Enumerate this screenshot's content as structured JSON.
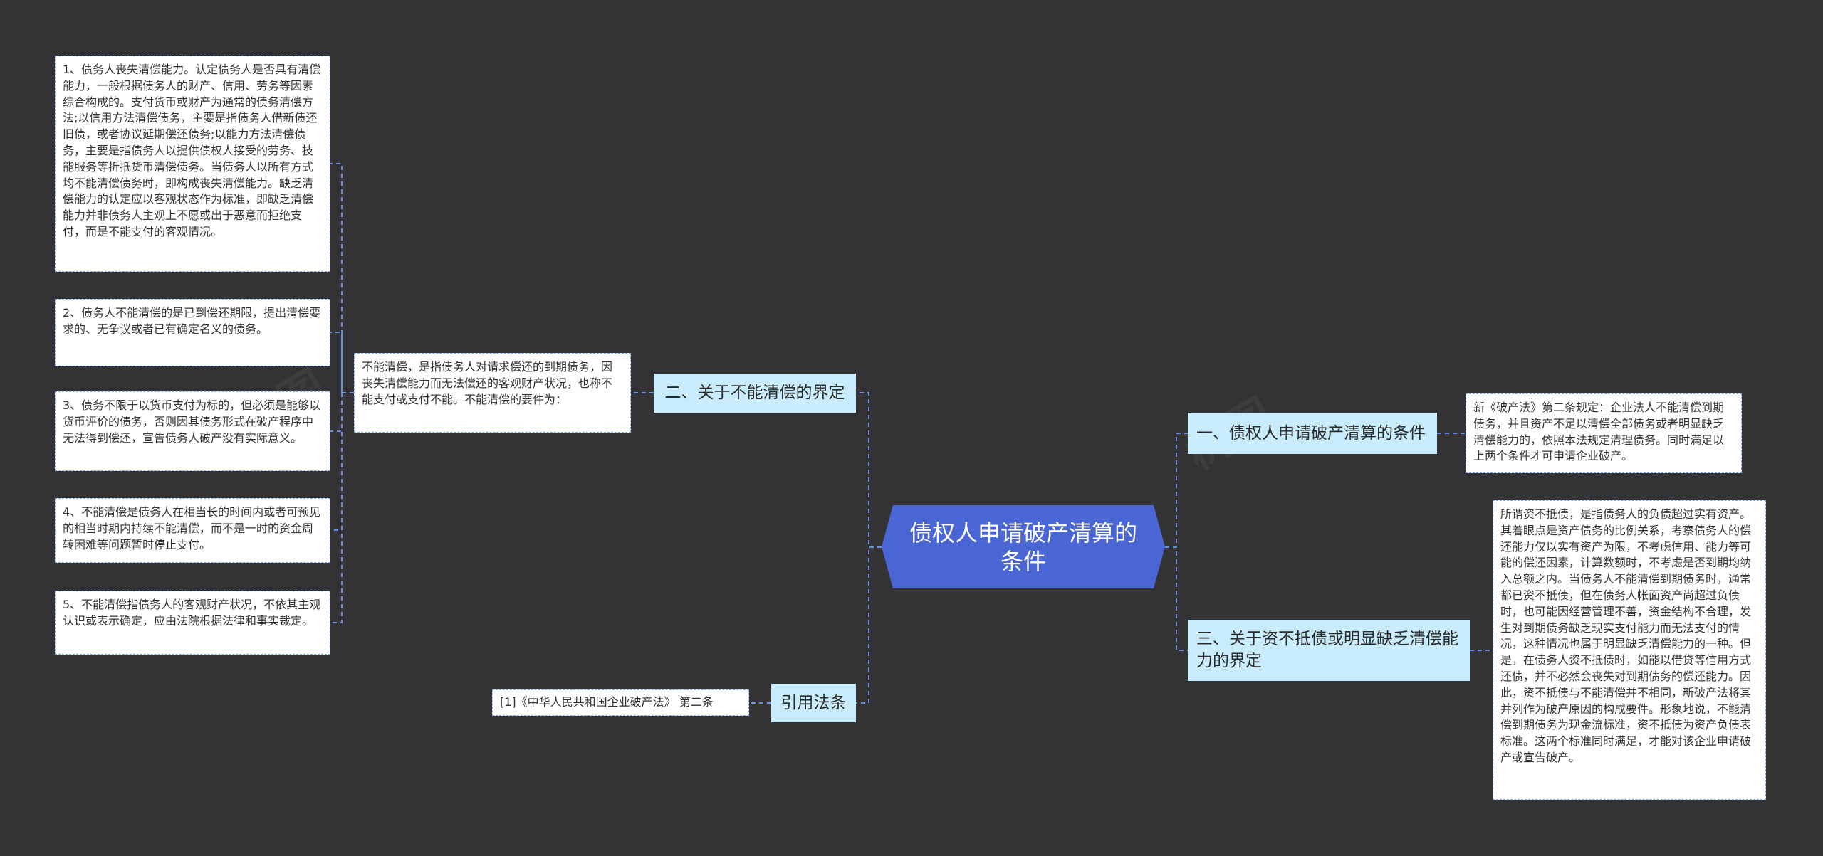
{
  "root": {
    "label": "债权人申请破产清算的条件"
  },
  "branches": {
    "b1": {
      "label": "一、债权人申请破产清算的条件"
    },
    "b2": {
      "label": "二、关于不能清偿的界定"
    },
    "b3": {
      "label": "三、关于资不抵债或明显缺乏清偿能力的界定"
    },
    "b4": {
      "label": "引用法条"
    }
  },
  "leaves": {
    "b1_text": "新《破产法》第二条规定：企业法人不能清偿到期债务，并且资产不足以清偿全部债务或者明显缺乏清偿能力的，依照本法规定清理债务。同时满足以上两个条件才可申请企业破产。",
    "b2_text": "不能清偿，是指债务人对请求偿还的到期债务，因丧失清偿能力而无法偿还的客观财产状况，也称不能支付或支付不能。不能清偿的要件为：",
    "b2_item1": "1、债务人丧失清偿能力。认定债务人是否具有清偿能力，一般根据债务人的财产、信用、劳务等因素综合构成的。支付货币或财产为通常的债务清偿方法;以信用方法清偿债务，主要是指债务人借新债还旧债，或者协议延期偿还债务;以能力方法清偿债务，主要是指债务人以提供债权人接受的劳务、技能服务等折抵货币清偿债务。当债务人以所有方式均不能清偿债务时，即构成丧失清偿能力。缺乏清偿能力的认定应以客观状态作为标准，即缺乏清偿能力并非债务人主观上不愿或出于恶意而拒绝支付，而是不能支付的客观情况。",
    "b2_item2": "2、债务人不能清偿的是已到偿还期限，提出清偿要求的、无争议或者已有确定名义的债务。",
    "b2_item3": "3、债务不限于以货币支付为标的，但必须是能够以货币评价的债务，否则因其债务形式在破产程序中无法得到偿还，宣告债务人破产没有实际意义。",
    "b2_item4": "4、不能清偿是债务人在相当长的时间内或者可预见的相当时期内持续不能清偿，而不是一时的资金周转困难等问题暂时停止支付。",
    "b2_item5": "5、不能清偿指债务人的客观财产状况，不依其主观认识或表示确定，应由法院根据法律和事实裁定。",
    "b3_text": "所谓资不抵债，是指债务人的负债超过实有资产。其着眼点是资产债务的比例关系，考察债务人的偿还能力仅以实有资产为限，不考虑信用、能力等可能的偿还因素，计算数额时，不考虑是否到期均纳入总额之内。当债务人不能清偿到期债务时，通常都已资不抵债，但在债务人帐面资产尚超过负债时，也可能因经营管理不善，资金结构不合理，发生对到期债务缺乏现实支付能力而无法支付的情况，这种情况也属于明显缺乏清偿能力的一种。但是，在债务人资不抵债时，如能以借贷等信用方式还债，并不必然会丧失对到期债务的偿还能力。因此，资不抵债与不能清偿并不相同，新破产法将其并列作为破产原因的构成要件。形象地说，不能清偿到期债务为现金流标准，资不抵债为资产负债表标准。这两个标准同时满足，才能对该企业申请破产或宣告破产。",
    "b4_text": "[1]《中华人民共和国企业破产法》 第二条"
  },
  "colors": {
    "background": "#333235",
    "root_fill": "#4a66d4",
    "branch_fill": "#c8ecfb",
    "leaf_fill": "#ffffff",
    "connector": "#6e8fe0"
  }
}
